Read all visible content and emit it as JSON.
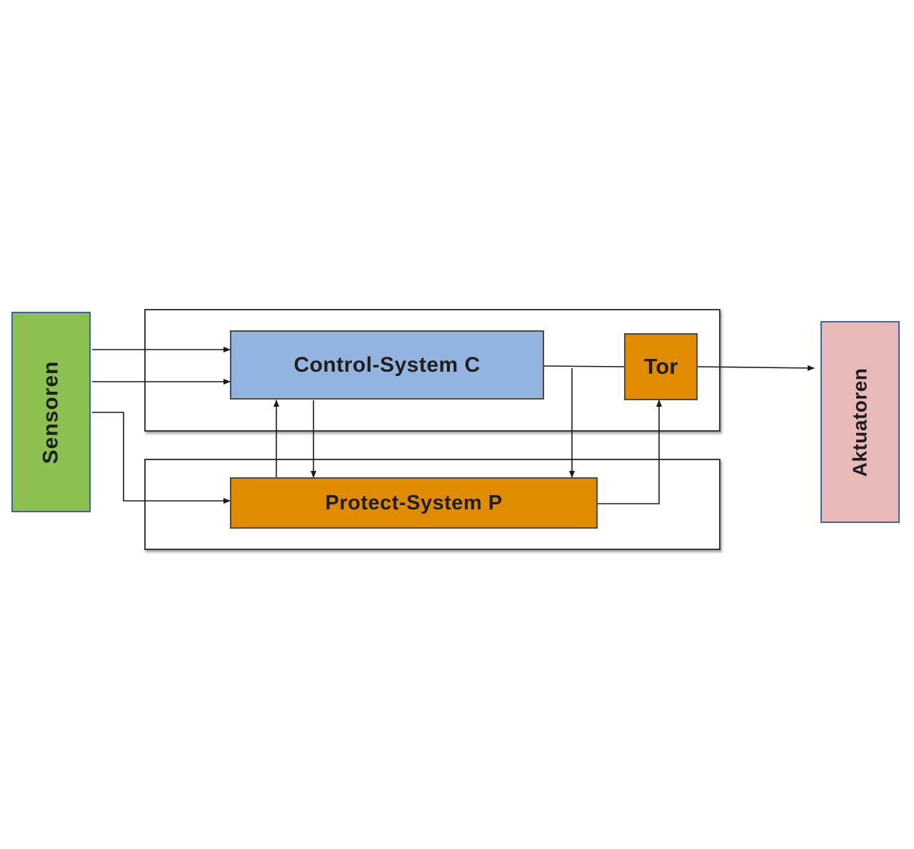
{
  "diagram": {
    "sensoren": {
      "label": "Sensoren",
      "color": "#8cc152"
    },
    "aktuatoren": {
      "label": "Aktuatoren",
      "color": "#e8b9b9"
    },
    "control_system": {
      "label": "Control-System  C",
      "color": "#94b4e0"
    },
    "tor": {
      "label": "Tor",
      "color": "#e08c00"
    },
    "protect_system": {
      "label": "Protect-System  P",
      "color": "#e08c00"
    }
  }
}
